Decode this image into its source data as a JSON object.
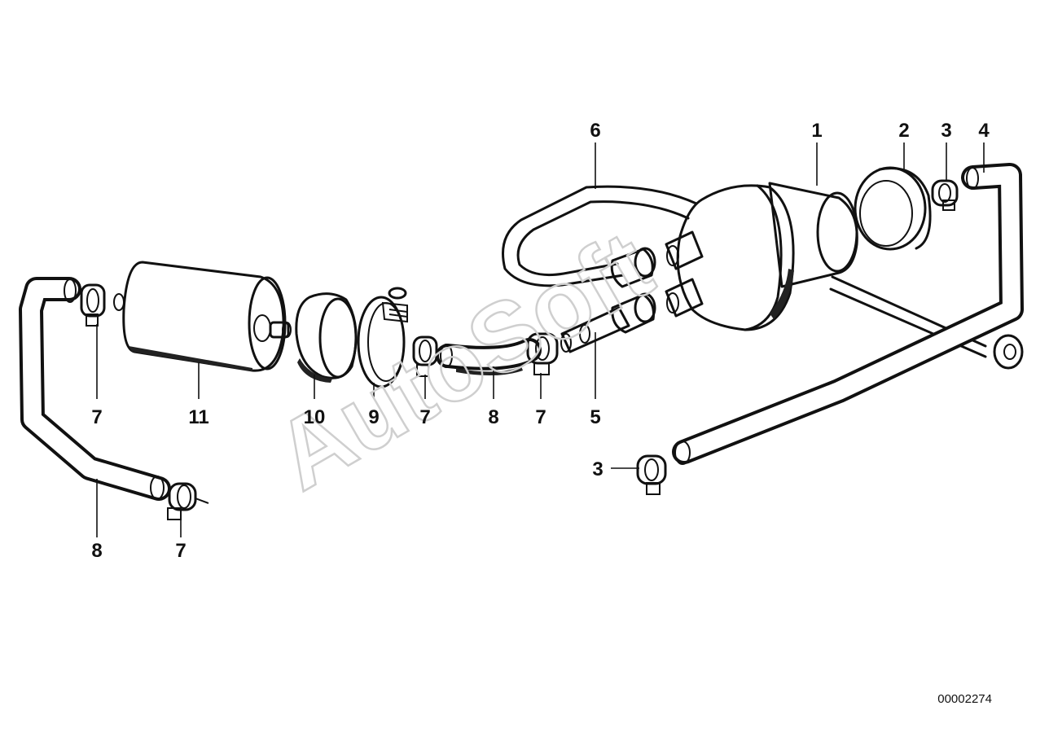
{
  "diagram": {
    "drawing_number": "00002274",
    "watermark": "AutoSoft",
    "part_labels": {
      "fuel_pump": "1",
      "rubber_mount": "2",
      "clamp_upper_right": "3",
      "clamp_lower": "3",
      "return_hose": "4",
      "pressure_hose_fitting": "5",
      "fuel_line_loop": "6",
      "hose_clamp_left": "7",
      "hose_clamp_bottom": "7",
      "hose_clamp_center": "7",
      "hose_clamp_right": "7",
      "fuel_hose_center": "8",
      "fuel_hose_left": "8",
      "worm_clamp": "9",
      "filter_mount_ring": "10",
      "fuel_filter": "11"
    },
    "colors": {
      "line": "#111111",
      "watermark": "#cfcfcf",
      "background": "#ffffff"
    }
  }
}
